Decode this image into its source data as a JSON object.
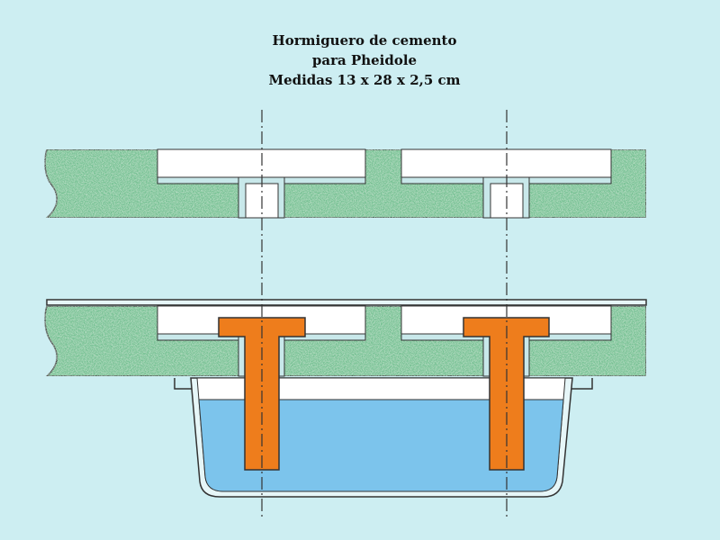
{
  "title": {
    "line1": "Hormiguero de cemento",
    "line2": "para Pheidole",
    "line3": "Medidas 13 x 28 x 2,5 cm"
  },
  "colors": {
    "background": "#cdeef2",
    "cement": "#6fbf8f",
    "cavity": "#ffffff",
    "tube_wall": "#c8e8ea",
    "plug": "#ee7d1c",
    "water": "#7cc4ec",
    "outline": "#333333"
  },
  "icons": [
    "cement-slab",
    "orange-plug",
    "water-tray",
    "center-line"
  ]
}
